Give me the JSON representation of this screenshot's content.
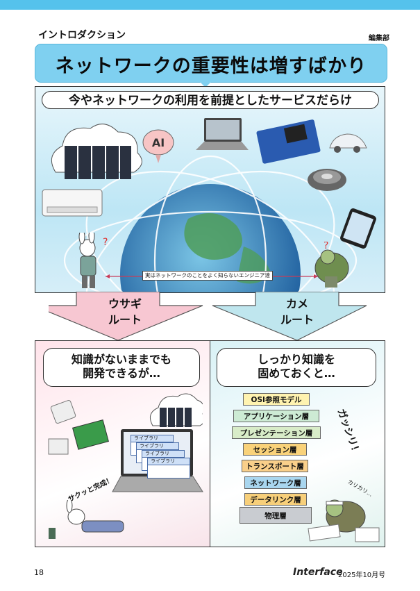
{
  "header": {
    "section_label": "イントロダクション",
    "editor": "編集部"
  },
  "title": "ネットワークの重要性は増すばかり",
  "top_panel": {
    "caption": "今やネットワークの利用を前提としたサービスだらけ",
    "ai_label": "AI",
    "engineer_label": "実はネットワークのことをよく知らないエンジニア達"
  },
  "routes": {
    "left": {
      "line1": "ウサギ",
      "line2": "ルート",
      "color": "#f7c7d2"
    },
    "right": {
      "line1": "カメ",
      "line2": "ルート",
      "color": "#bfe6ee"
    }
  },
  "left_panel": {
    "bubble_line1": "知識がないままでも",
    "bubble_line2": "開発できるが…",
    "library_label": "ライブラリ",
    "sfx": "サクッと完成！"
  },
  "right_panel": {
    "bubble_line1": "しっかり知識を",
    "bubble_line2": "固めておくと…",
    "layers": [
      {
        "label": "OSI参照モデル",
        "color": "#fff3b0"
      },
      {
        "label": "アプリケーション層",
        "color": "#cdebd4"
      },
      {
        "label": "プレゼンテーション層",
        "color": "#d8ecc8"
      },
      {
        "label": "セッション層",
        "color": "#f9d27a"
      },
      {
        "label": "トランスポート層",
        "color": "#f9cf8a"
      },
      {
        "label": "ネットワーク層",
        "color": "#a9d6ef"
      },
      {
        "label": "データリンク層",
        "color": "#f7cf7a"
      },
      {
        "label": "物理層",
        "color": "#c9ccd1"
      }
    ],
    "sfx": "ガッシリ！",
    "sfx2": "カリカリ…"
  },
  "footer": {
    "page": "18",
    "magazine": "Interface",
    "date": "2025年10月号"
  }
}
